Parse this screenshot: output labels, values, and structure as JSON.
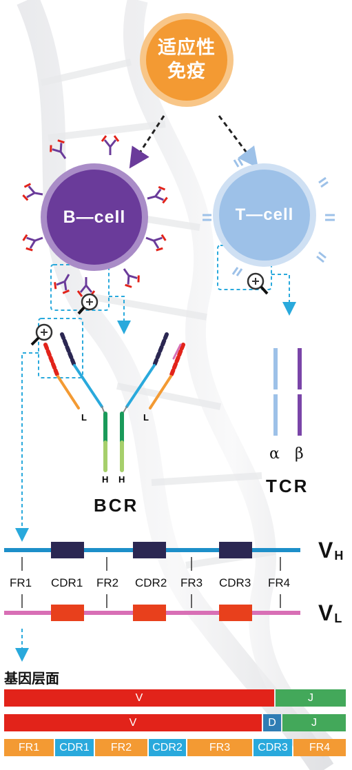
{
  "center": {
    "line1": "适应性",
    "line2": "免疫"
  },
  "cells": {
    "b": "B—cell",
    "t": "T—cell"
  },
  "bcr": {
    "label": "BCR",
    "h_left": "H",
    "h_right": "H",
    "l_left": "L",
    "l_right": "L"
  },
  "tcr": {
    "label": "TCR",
    "alpha": "α",
    "beta": "β"
  },
  "vh": {
    "letter": "V",
    "sub": "H"
  },
  "vl": {
    "letter": "V",
    "sub": "L"
  },
  "regions": [
    "FR1",
    "CDR1",
    "FR2",
    "CDR2",
    "FR3",
    "CDR3",
    "FR4"
  ],
  "gene_title": "基因层面",
  "gene_row1": {
    "v": "V",
    "j": "J"
  },
  "gene_row2": {
    "v": "V",
    "d": "D",
    "j": "J"
  },
  "gene_row3": [
    "FR1",
    "CDR1",
    "FR2",
    "CDR2",
    "FR3",
    "CDR3",
    "FR4"
  ],
  "colors": {
    "adaptive": "#f39a33",
    "bcell": "#6a3b9a",
    "tcell": "#9dc1e8",
    "vh_line": "#1d8fc9",
    "vh_box": "#2b2752",
    "vl_line": "#d86fb5",
    "vl_box": "#e8401c",
    "v_bar": "#e2231a",
    "j_bar": "#43a85a",
    "d_bar": "#2f7db4",
    "fr_bar": "#f39a33",
    "cdr_bar": "#29a9dc"
  }
}
